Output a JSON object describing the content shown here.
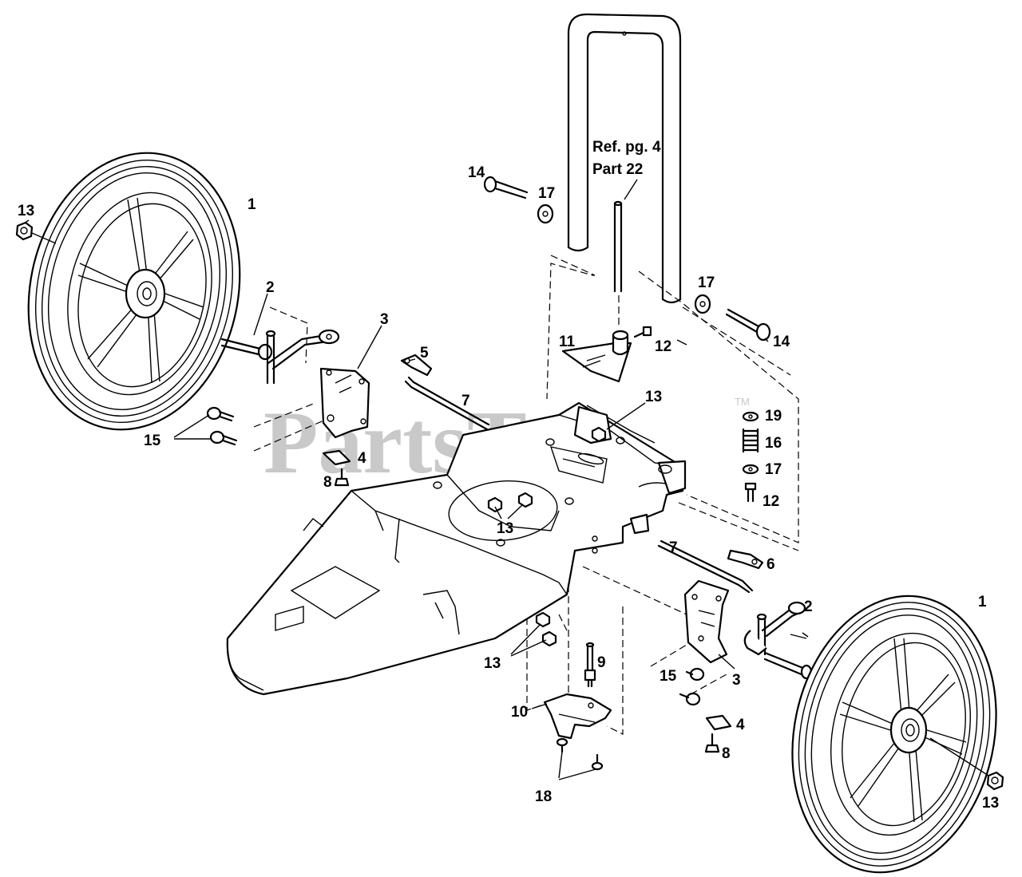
{
  "watermark": {
    "text": "PartsTree",
    "tm": "TM"
  },
  "reference_note": {
    "line1": "Ref. pg. 4",
    "line2": "Part 22"
  },
  "callouts": [
    {
      "id": "c1",
      "label": "13"
    },
    {
      "id": "c2",
      "label": "1"
    },
    {
      "id": "c3",
      "label": "2"
    },
    {
      "id": "c4",
      "label": "3"
    },
    {
      "id": "c5",
      "label": "5"
    },
    {
      "id": "c6",
      "label": "7"
    },
    {
      "id": "c7",
      "label": "15"
    },
    {
      "id": "c8",
      "label": "4"
    },
    {
      "id": "c9",
      "label": "8"
    },
    {
      "id": "c10",
      "label": "13"
    },
    {
      "id": "c11",
      "label": "14"
    },
    {
      "id": "c12",
      "label": "17"
    },
    {
      "id": "c13",
      "label": "17"
    },
    {
      "id": "c14",
      "label": "14"
    },
    {
      "id": "c15",
      "label": "11"
    },
    {
      "id": "c16",
      "label": "12"
    },
    {
      "id": "c17",
      "label": "13"
    },
    {
      "id": "c18",
      "label": "19"
    },
    {
      "id": "c19",
      "label": "16"
    },
    {
      "id": "c20",
      "label": "17"
    },
    {
      "id": "c21",
      "label": "12"
    },
    {
      "id": "c22",
      "label": "7"
    },
    {
      "id": "c23",
      "label": "6"
    },
    {
      "id": "c24",
      "label": "1"
    },
    {
      "id": "c25",
      "label": "2"
    },
    {
      "id": "c26",
      "label": "3"
    },
    {
      "id": "c27",
      "label": "13"
    },
    {
      "id": "c28",
      "label": "9"
    },
    {
      "id": "c29",
      "label": "15"
    },
    {
      "id": "c30",
      "label": "10"
    },
    {
      "id": "c31",
      "label": "4"
    },
    {
      "id": "c32",
      "label": "8"
    },
    {
      "id": "c33",
      "label": "18"
    },
    {
      "id": "c34",
      "label": "13"
    }
  ]
}
